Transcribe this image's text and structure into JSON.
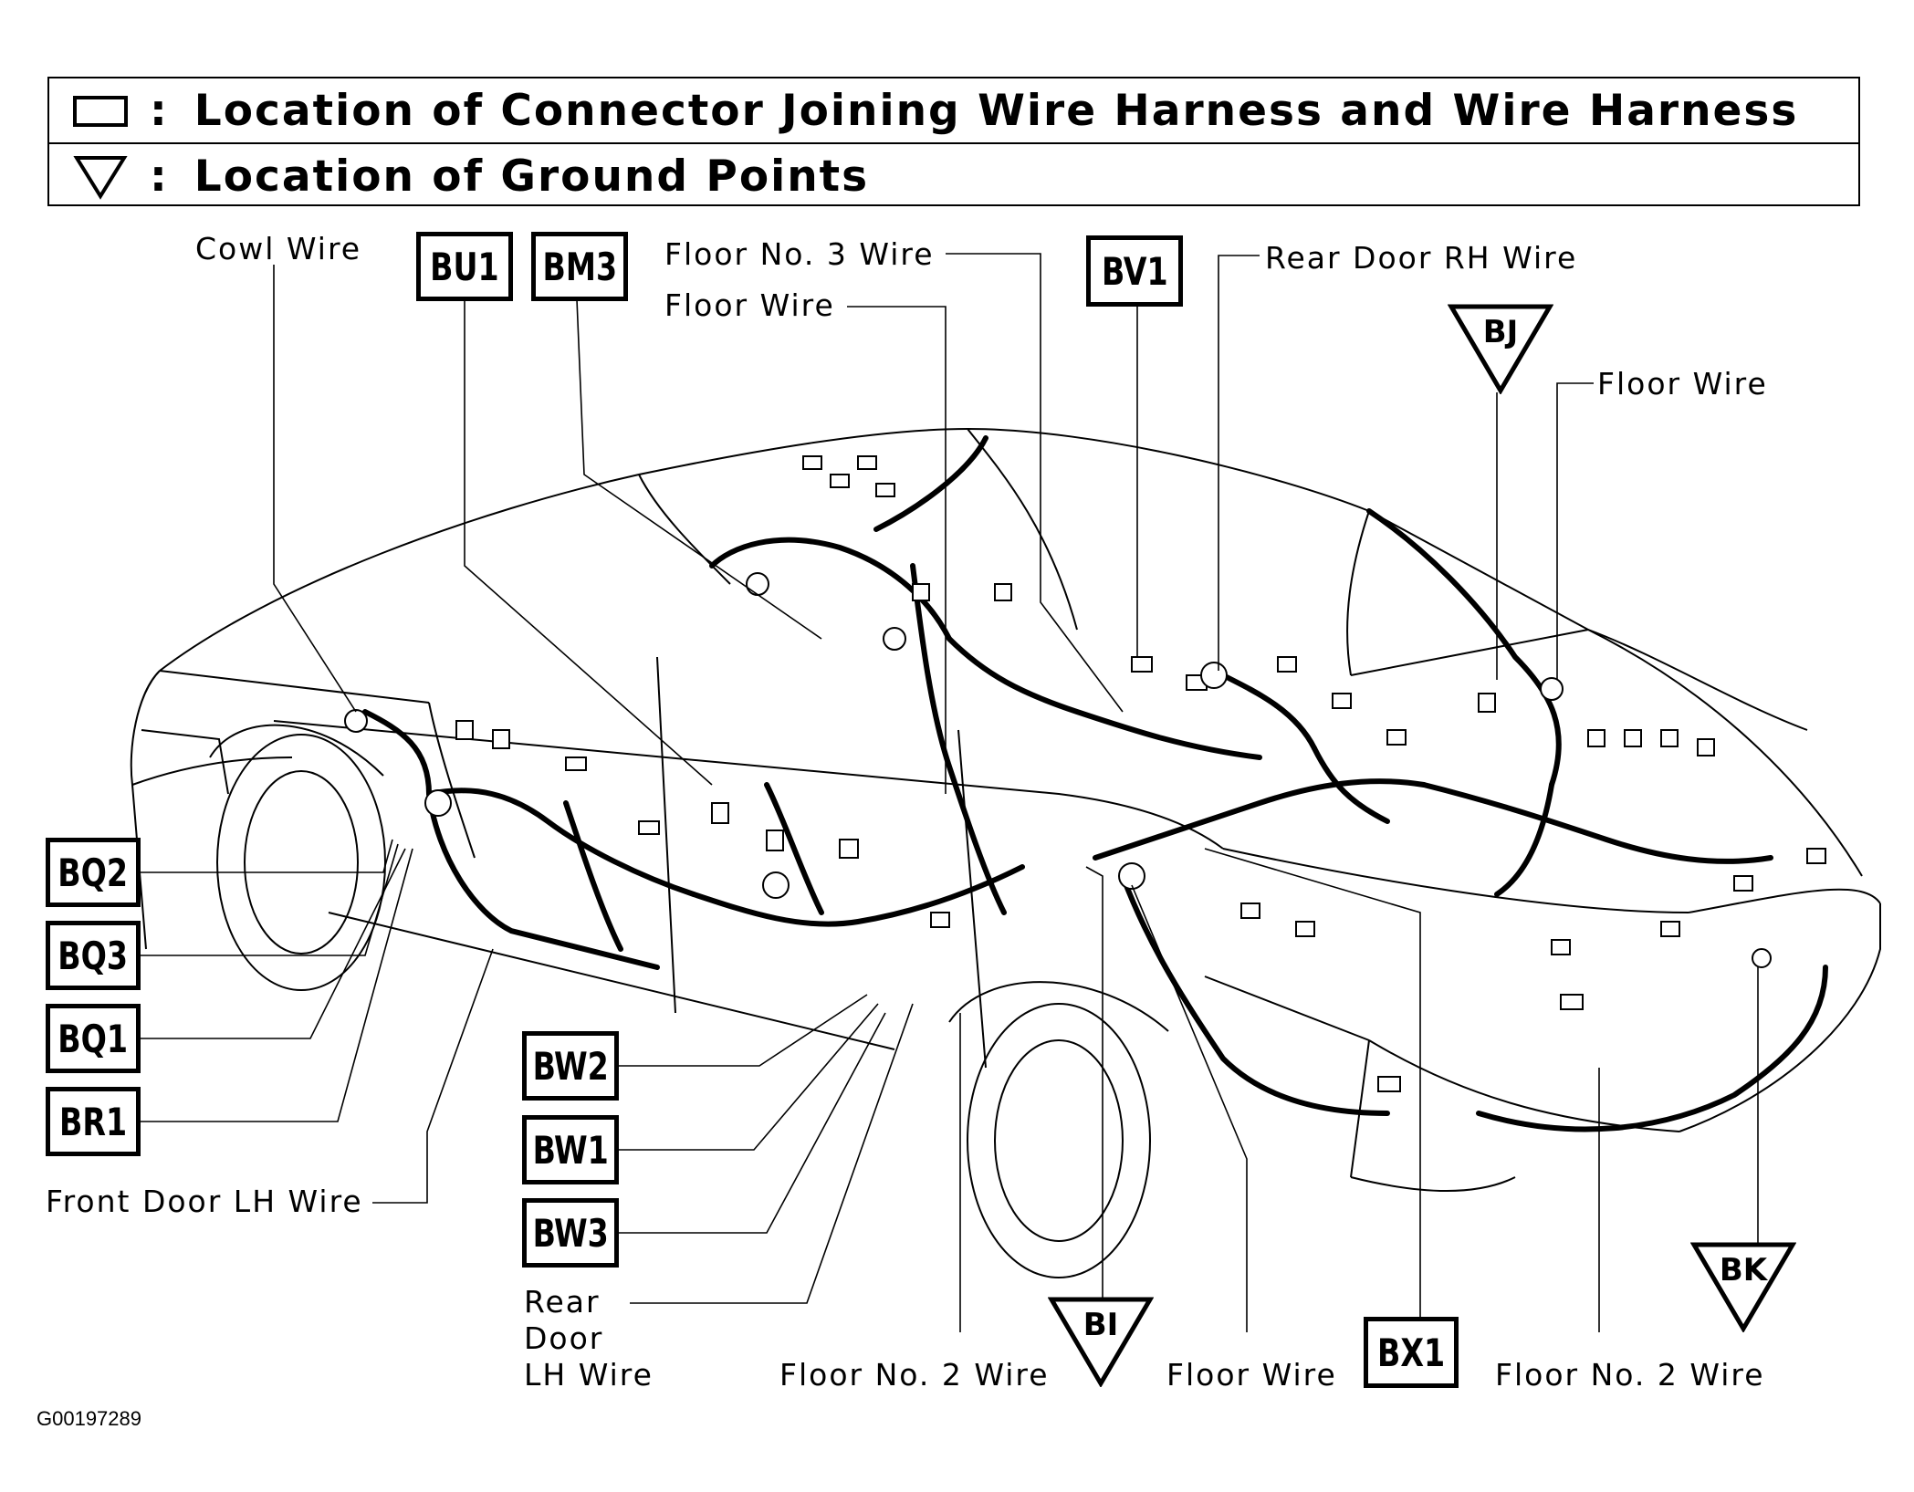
{
  "legend": {
    "connector_symbol_name": "connector-square-icon",
    "connector_text": "Location of Connector Joining Wire Harness and Wire Harness",
    "ground_symbol_name": "ground-triangle-icon",
    "ground_text": "Location of Ground Points",
    "colon": ":"
  },
  "wire_labels": {
    "cowl_wire": "Cowl Wire",
    "floor_no3_wire": "Floor No. 3 Wire",
    "floor_wire_top": "Floor Wire",
    "rear_door_rh_wire": "Rear Door RH Wire",
    "floor_wire_right": "Floor Wire",
    "front_door_lh_wire": "Front Door LH Wire",
    "rear_door_lh_wire_1": "Rear",
    "rear_door_lh_wire_2": "Door",
    "rear_door_lh_wire_3": "LH Wire",
    "floor_no2_wire_bottom": "Floor No. 2 Wire",
    "floor_wire_bottom": "Floor Wire",
    "floor_no2_wire_right": "Floor No. 2 Wire"
  },
  "connectors": {
    "bu1": "BU1",
    "bm3": "BM3",
    "bv1": "BV1",
    "bq2": "BQ2",
    "bq3": "BQ3",
    "bq1": "BQ1",
    "br1": "BR1",
    "bw2": "BW2",
    "bw1": "BW1",
    "bw3": "BW3",
    "bx1": "BX1"
  },
  "ground_points": {
    "bj": "BJ",
    "bi": "BI",
    "bk": "BK"
  },
  "figure_id": "G00197289"
}
